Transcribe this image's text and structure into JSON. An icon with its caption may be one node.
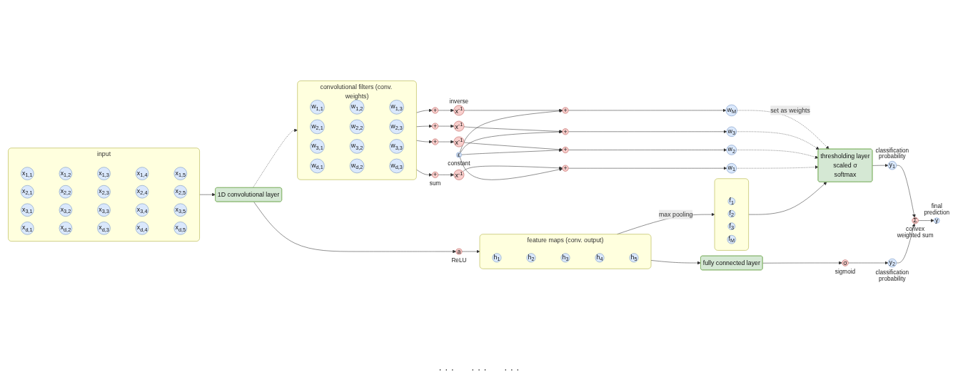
{
  "diagram": {
    "nodes": [
      {
        "text": [
          "input"
        ]
      },
      {
        "text": [
          "x$_{1,1}$"
        ],
        "in": 0
      },
      {
        "text": [
          "x$_{1,2}$"
        ],
        "in": 0
      },
      {
        "text": [
          "x$_{1,3}$"
        ],
        "in": 0
      },
      {
        "text": [
          "x$_{1,4}$"
        ],
        "in": 0
      },
      {
        "text": [
          "x$_{1,5}$"
        ],
        "in": 0
      },
      {
        "text": [
          "x$_{2,1}$"
        ],
        "in": 0
      },
      {
        "text": [
          "x$_{2,2}$"
        ],
        "in": 0
      },
      {
        "text": [
          "x$_{2,3}$"
        ],
        "in": 0
      },
      {
        "text": [
          "x$_{2,4}$"
        ],
        "in": 0
      },
      {
        "text": [
          "x$_{2,5}$"
        ],
        "in": 0
      },
      {
        "text": [
          "x$_{3,1}$"
        ],
        "in": 0
      },
      {
        "text": [
          "x$_{3,2}$"
        ],
        "in": 0
      },
      {
        "text": [
          "x$_{3,3}$"
        ],
        "in": 0
      },
      {
        "text": [
          "x$_{3,4}$"
        ],
        "in": 0
      },
      {
        "text": [
          "x$_{3,5}$"
        ],
        "in": 0
      },
      {
        "text": [
          "x$_{d,1}$"
        ],
        "in": 0
      },
      {
        "text": [
          "x$_{d,2}$"
        ],
        "in": 0
      },
      {
        "text": [
          "x$_{d,3}$"
        ],
        "in": 0
      },
      {
        "text": [
          "x$_{d,4}$"
        ],
        "in": 0
      },
      {
        "text": [
          "x$_{d,5}$"
        ],
        "in": 0
      },
      {
        "text": [
          "1D convolutional layer"
        ]
      },
      {
        "text": [
          "convolutional filters (conv. weights)"
        ]
      },
      {
        "text": [
          "w$_{1,1}$"
        ],
        "in": 22
      },
      {
        "text": [
          "w$_{1,2}$"
        ],
        "in": 22
      },
      {
        "text": [
          "w$_{1,3}$"
        ],
        "in": 22
      },
      {
        "text": [
          "w$_{2,1}$"
        ],
        "in": 22
      },
      {
        "text": [
          "w$_{2,2}$"
        ],
        "in": 22
      },
      {
        "text": [
          "w$_{2,3}$"
        ],
        "in": 22
      },
      {
        "text": [
          "w$_{3,1}$"
        ],
        "in": 22
      },
      {
        "text": [
          "w$_{3,2}$"
        ],
        "in": 22
      },
      {
        "text": [
          "w$_{3,3}$"
        ],
        "in": 22
      },
      {
        "text": [
          "w$_{d,1}$"
        ],
        "in": 22
      },
      {
        "text": [
          "w$_{d,2}$"
        ],
        "in": 22
      },
      {
        "text": [
          "w$_{d,3}$"
        ],
        "in": 22
      },
      {
        "text": [
          "a"
        ],
        "beside": [
          "ReLU"
        ]
      },
      {
        "text": [
          "feature maps (conv. output)"
        ]
      },
      {
        "text": [
          "h$_{1}$"
        ],
        "in": 36
      },
      {
        "text": [
          "h$_{2}$"
        ],
        "in": 36
      },
      {
        "text": [
          "h$_{3}$"
        ],
        "in": 36
      },
      {
        "text": [
          "h$_{4}$"
        ],
        "in": 36
      },
      {
        "text": [
          "h$_{5}$"
        ],
        "in": 36
      },
      {
        "text": [
          "+"
        ]
      },
      {
        "text": [
          "+"
        ]
      },
      {
        "text": [
          "+"
        ]
      },
      {
        "text": [
          "+"
        ],
        "beside": [
          "sum"
        ]
      },
      {
        "text": [
          "x$^{-1}$"
        ],
        "beside": [
          "inverse"
        ]
      },
      {
        "text": [
          "x$^{-1}$"
        ]
      },
      {
        "text": [
          "x$^{-1}$"
        ]
      },
      {
        "text": [
          "x$^{-1}$"
        ]
      },
      {
        "text": [
          "+"
        ]
      },
      {
        "text": [
          "+"
        ]
      },
      {
        "text": [
          "+"
        ]
      },
      {
        "text": [
          "+"
        ]
      },
      {
        "text": [
          "w$_{M}$"
        ]
      },
      {
        "text": [
          "w$_{3}$"
        ]
      },
      {
        "text": [
          "w$_{2}$"
        ]
      },
      {
        "text": [
          "w$_{1}$"
        ]
      },
      {
        "text": [
          "ε"
        ],
        "beside": [
          "constant"
        ]
      },
      {
        "text": [],
        "shape": "box"
      },
      {
        "text": [
          "f$_{1}$"
        ],
        "in": 59
      },
      {
        "text": [
          "f$_{2}$"
        ],
        "in": 59
      },
      {
        "text": [
          "f$_{3}$"
        ],
        "in": 59
      },
      {
        "text": [
          "f$_{M}$"
        ],
        "in": 59
      },
      {
        "text": [
          "thresholding layer",
          "scaled σ",
          "softmax"
        ]
      },
      {
        "text": [
          "y$_{1}$"
        ],
        "beside": [
          "classification probability"
        ]
      },
      {
        "text": [
          "Σ"
        ],
        "beside": [
          "convex weighted sum"
        ]
      },
      {
        "text": [
          "y"
        ],
        "beside": [
          "final prediction"
        ]
      },
      {
        "text": [
          "fully connected layer"
        ]
      },
      {
        "text": [
          "σ"
        ],
        "beside": [
          "sigmoid"
        ]
      },
      {
        "text": [
          "y$_{2}$"
        ],
        "beside": [
          "classification probability"
        ]
      }
    ],
    "edges": [
      {
        "from": 0,
        "to": 21,
        "arrow": "to"
      },
      {
        "from": 21,
        "to": 22,
        "arrow": "to",
        "style": "dashed"
      },
      {
        "from": 21,
        "to": 35,
        "arrow": "to"
      },
      {
        "from": 35,
        "to": 36,
        "arrow": "to"
      },
      {
        "from": 22,
        "to": 42,
        "arrow": "to"
      },
      {
        "from": 22,
        "to": 43,
        "arrow": "to"
      },
      {
        "from": 22,
        "to": 44,
        "arrow": "to"
      },
      {
        "from": 22,
        "to": 45,
        "arrow": "to"
      },
      {
        "from": 42,
        "to": 46,
        "arrow": "to"
      },
      {
        "from": 43,
        "to": 47,
        "arrow": "to"
      },
      {
        "from": 44,
        "to": 48,
        "arrow": "to"
      },
      {
        "from": 45,
        "to": 49,
        "arrow": "to"
      },
      {
        "from": 46,
        "to": 50,
        "arrow": "to"
      },
      {
        "from": 47,
        "to": 51,
        "arrow": "to"
      },
      {
        "from": 48,
        "to": 52,
        "arrow": "to"
      },
      {
        "from": 49,
        "to": 53,
        "arrow": "to"
      },
      {
        "from": 58,
        "to": 50,
        "arrow": "to"
      },
      {
        "from": 58,
        "to": 51,
        "arrow": "to"
      },
      {
        "from": 58,
        "to": 52,
        "arrow": "to"
      },
      {
        "from": 58,
        "to": 53,
        "arrow": "to"
      },
      {
        "from": 50,
        "to": 54,
        "arrow": "to"
      },
      {
        "from": 51,
        "to": 55,
        "arrow": "to"
      },
      {
        "from": 52,
        "to": 56,
        "arrow": "to"
      },
      {
        "from": 53,
        "to": 57,
        "arrow": "to"
      },
      {
        "from": 54,
        "to": 64,
        "arrow": "to",
        "style": "dashed",
        "label": "set as weights"
      },
      {
        "from": 55,
        "to": 64,
        "arrow": "to",
        "style": "dashed"
      },
      {
        "from": 56,
        "to": 64,
        "arrow": "to",
        "style": "dashed"
      },
      {
        "from": 57,
        "to": 64,
        "arrow": "to",
        "style": "dashed"
      },
      {
        "from": 36,
        "to": 59,
        "arrow": "to",
        "label": "max pooling"
      },
      {
        "from": 59,
        "to": 64,
        "arrow": "to"
      },
      {
        "from": 64,
        "to": 65,
        "arrow": "to"
      },
      {
        "from": 65,
        "to": 66,
        "arrow": "to"
      },
      {
        "from": 70,
        "to": 66,
        "arrow": "to"
      },
      {
        "from": 66,
        "to": 67,
        "arrow": "to"
      },
      {
        "from": 36,
        "to": 68,
        "arrow": "to"
      },
      {
        "from": 68,
        "to": 69,
        "arrow": "to"
      },
      {
        "from": 69,
        "to": 70,
        "arrow": "to"
      }
    ],
    "labels": [
      "· · ·",
      "· · ·",
      "· · ·"
    ]
  }
}
